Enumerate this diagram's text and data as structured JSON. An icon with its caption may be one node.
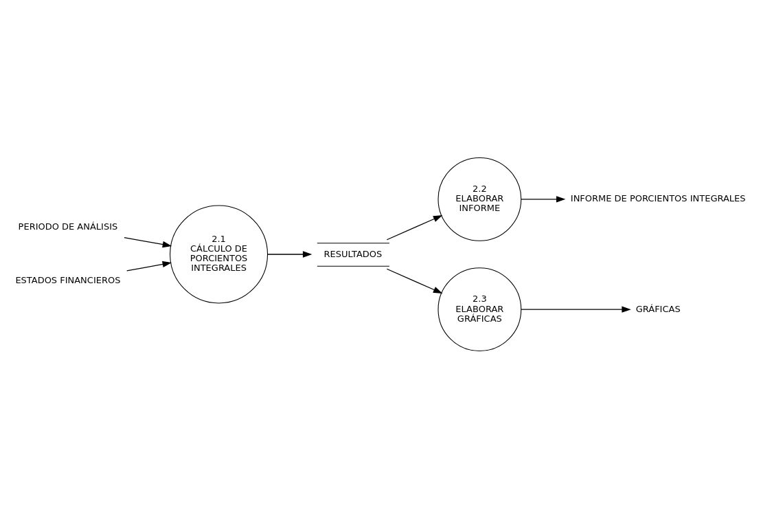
{
  "diagram": {
    "nodes": [
      {
        "text": [
          "PERIODO DE ANÁLISIS"
        ]
      },
      {
        "text": [
          "ESTADOS FINANCIEROS"
        ]
      },
      {
        "text": [
          "2.1",
          "CÁLCULO DE PORCIENTOS INTEGRALES"
        ]
      },
      {
        "text": [
          "RESULTADOS"
        ]
      },
      {
        "text": [
          "2.2",
          "ELABORAR INFORME"
        ]
      },
      {
        "text": [
          "INFORME DE PORCIENTOS INTEGRALES"
        ]
      },
      {
        "text": [
          "2.3",
          "ELABORAR GRÁFICAS"
        ]
      },
      {
        "text": [
          "GRÁFICAS"
        ]
      }
    ],
    "edges": [
      {
        "from": 0,
        "to": 2,
        "arrow": "to"
      },
      {
        "from": 1,
        "to": 2,
        "arrow": "to"
      },
      {
        "from": 2,
        "to": 3,
        "arrow": "to"
      },
      {
        "from": 3,
        "to": 4,
        "arrow": "to"
      },
      {
        "from": 4,
        "to": 5,
        "arrow": "to"
      },
      {
        "from": 3,
        "to": 6,
        "arrow": "to"
      },
      {
        "from": 6,
        "to": 7,
        "arrow": "to"
      }
    ]
  }
}
